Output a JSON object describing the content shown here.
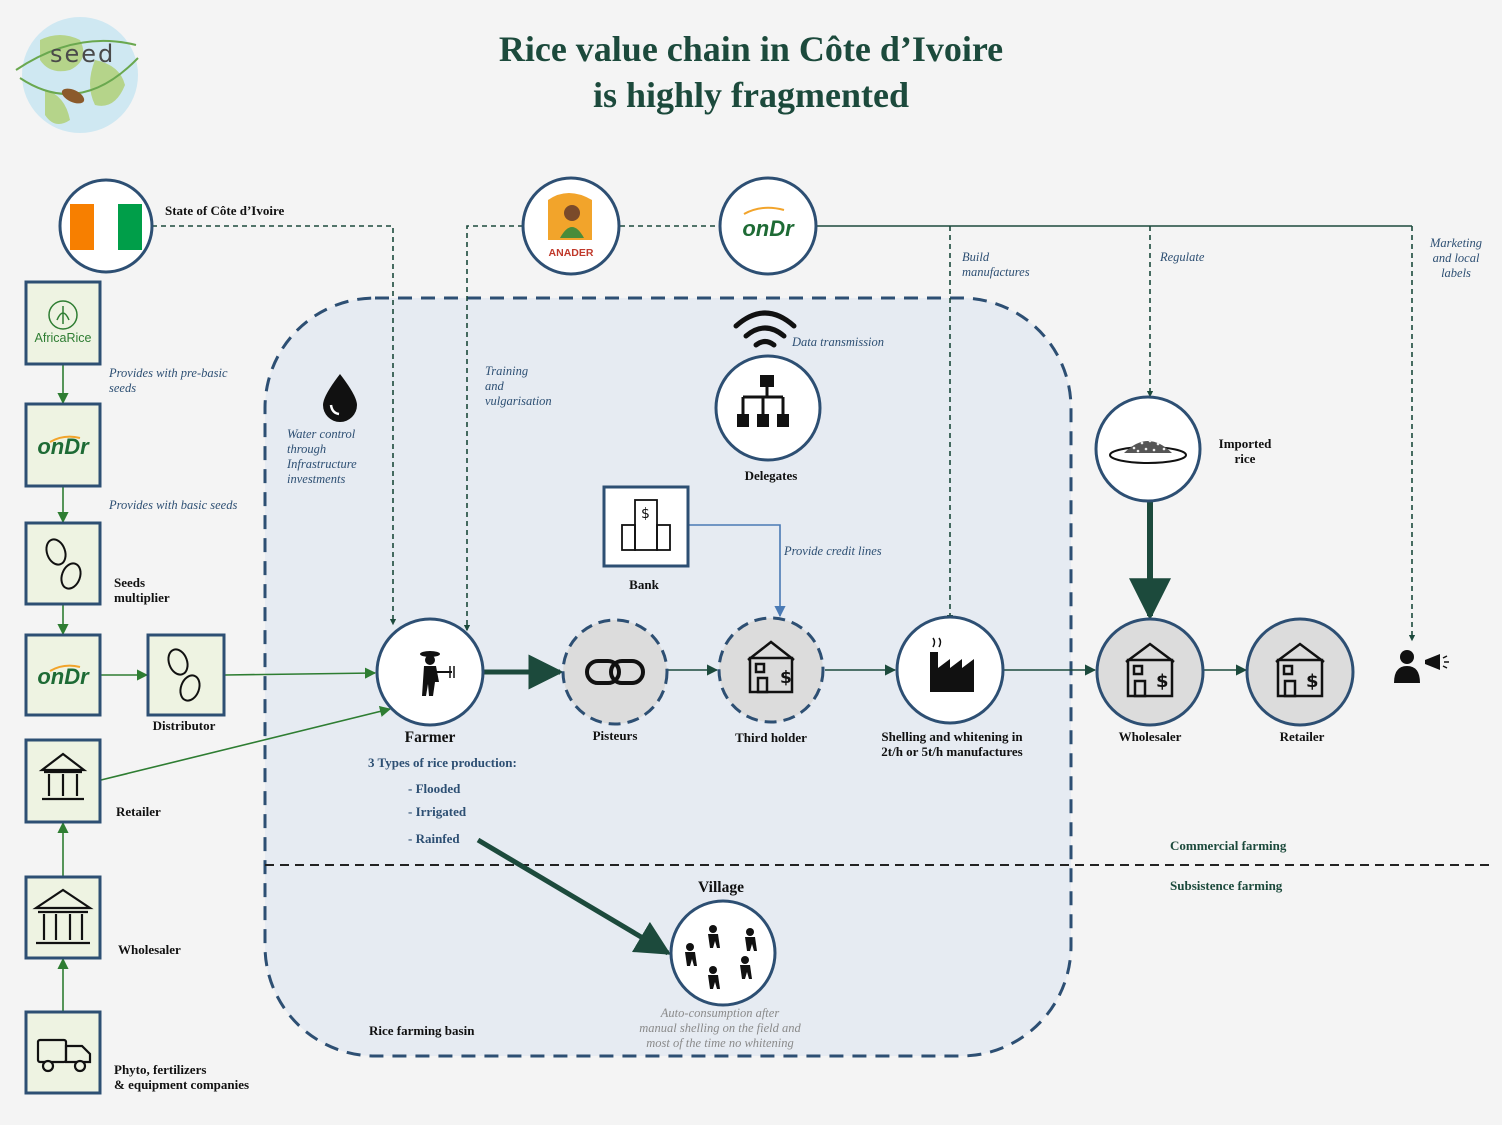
{
  "title_line1": "Rice value chain in Côte d’Ivoire",
  "title_line2": "is highly fragmented",
  "logo": {
    "text": "seed",
    "icon": "seed-globe-logo"
  },
  "colors": {
    "dark_green": "#1c4a3c",
    "navy": "#2d4f73",
    "edge_green": "#2e7d32",
    "box_fill": "#eef3e2",
    "basin_fill": "#e6ebf2",
    "flag_orange": "#f77f00",
    "flag_green": "#009e49"
  },
  "logos": {
    "ondr_text": "onDr",
    "africarice_text": "AfricaRice",
    "anader_text": "ANADER"
  },
  "nodes": {
    "state": "State of Côte d’Ivoire",
    "seeds_multiplier_1": "Seeds",
    "seeds_multiplier_2": "multiplier",
    "distributor": "Distributor",
    "retailer_left": "Retailer",
    "wholesaler_left": "Wholesaler",
    "phyto_1": "Phyto, fertilizers",
    "phyto_2": "& equipment companies",
    "farmer": "Farmer",
    "pisteurs": "Pisteurs",
    "third_holder": "Third holder",
    "shelling_1": "Shelling and whitening in",
    "shelling_2": "2t/h or 5t/h manufactures",
    "wholesaler_right": "Wholesaler",
    "retailer_right": "Retailer",
    "imported_1": "Imported",
    "imported_2": "rice",
    "delegates": "Delegates",
    "bank": "Bank",
    "village": "Village",
    "basin": "Rice farming basin"
  },
  "farmer_info": {
    "heading": "3 Types of rice production:",
    "types": [
      "- Flooded",
      "- Irrigated",
      "- Rainfed"
    ]
  },
  "notes": {
    "pre_basic": [
      "Provides with pre-basic",
      "seeds"
    ],
    "basic": [
      "Provides with basic seeds"
    ],
    "water": [
      "Water control",
      "through",
      "Infrastructure",
      "investments"
    ],
    "training": [
      "Training",
      "and",
      "vulgarisation"
    ],
    "data": [
      "Data transmission"
    ],
    "credit": [
      "Provide credit lines"
    ],
    "build": [
      "Build",
      "manufactures"
    ],
    "regulate": [
      "Regulate"
    ],
    "marketing": [
      "Marketing",
      "and local",
      "labels"
    ],
    "village": [
      "Auto-consumption after",
      "manual shelling on the field and",
      "most of the time no whitening"
    ]
  },
  "sections": {
    "commercial": "Commercial farming",
    "subsistence": "Subsistence farming"
  }
}
